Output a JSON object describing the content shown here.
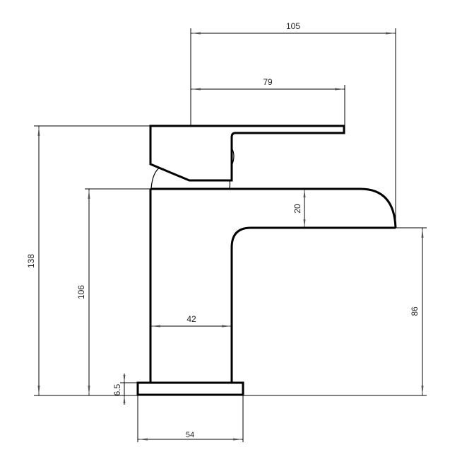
{
  "drawing": {
    "subject": "Basin mixer tap side elevation",
    "units": "mm",
    "line_color": "#000000",
    "background": "#ffffff"
  },
  "dimensions": {
    "overall_length": "105",
    "handle_length": "79",
    "spout_thickness": "20",
    "overall_height": "138",
    "body_height": "106",
    "spout_height": "86",
    "body_width": "42",
    "base_thickness": "6.5",
    "base_width": "54"
  }
}
